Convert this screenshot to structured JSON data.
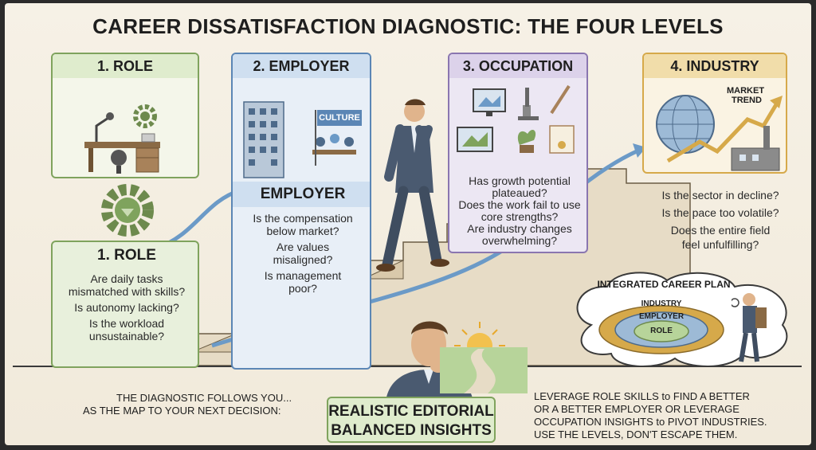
{
  "title": "CAREER DISSATISFACTION DIAGNOSTIC: THE FOUR LEVELS",
  "panels": {
    "role": {
      "head": "1. ROLE",
      "sub_head": "1. ROLE",
      "questions": [
        "Are daily tasks",
        "mismatched with skills?",
        "Is autonomy lacking?",
        "Is the workload",
        "unsustainable?"
      ],
      "color": "#7fa35d"
    },
    "employer": {
      "head": "2. EMPLOYER",
      "sub_head": "EMPLOYER",
      "banner": "CULTURE",
      "questions": [
        "Is the compensation",
        "below market?",
        "Are values",
        "misaligned?",
        "Is management",
        "poor?"
      ],
      "color": "#5b86b5"
    },
    "occupation": {
      "head": "3. OCCUPATION",
      "questions": [
        "Has growth potential",
        "plateaued?",
        "Does the work fail to use",
        "core strengths?",
        "Are industry changes",
        "overwhelming?"
      ],
      "color": "#8a76b0"
    },
    "industry": {
      "head": "4. INDUSTRY",
      "chart_label_1": "MARKET",
      "chart_label_2": "TREND",
      "questions": [
        "Is the sector in decline?",
        "Is the pace too volatile?",
        "Does the entire field",
        "feel unfulfilling?"
      ],
      "color": "#d6a94a"
    }
  },
  "plan": {
    "title": "INTEGRATED CAREER PLAN",
    "rings": [
      "INDUSTRY",
      "EMPLOYER",
      "ROLE"
    ]
  },
  "bottom_left": [
    "THE DIAGNOSTIC FOLLOWS YOU...",
    "AS THE MAP TO YOUR NEXT DECISION:"
  ],
  "badge": [
    "REALISTIC EDITORIAL",
    "BALANCED INSIGHTS"
  ],
  "bottom_right": [
    "LEVERAGE ROLE SKILLS to FIND A BETTER",
    "OR A BETTER EMPLOYER OR LEVERAGE",
    "OCCUPATION INSIGHTS to PIVOT INDUSTRIES.",
    "USE THE LEVELS, DON'T ESCAPE THEM."
  ]
}
